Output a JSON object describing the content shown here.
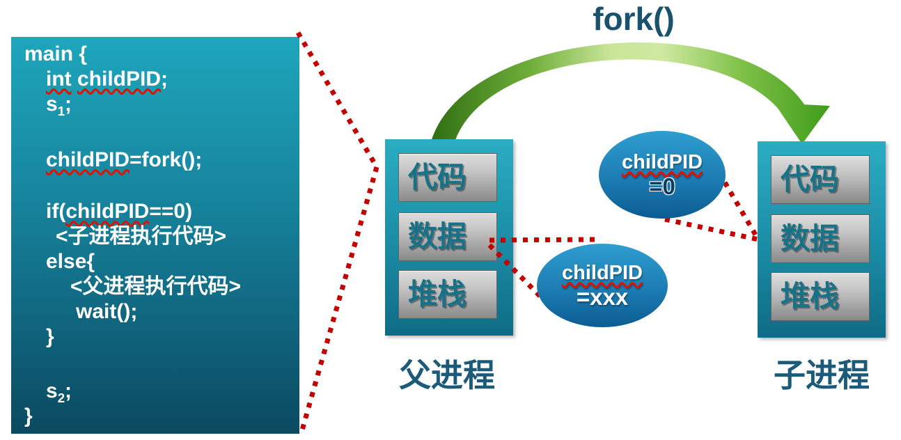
{
  "fork_label": "fork()",
  "code_panel": {
    "lines": [
      {
        "indent": 0,
        "segments": [
          {
            "t": "main {"
          }
        ]
      },
      {
        "indent": 1,
        "segments": [
          {
            "t": "int",
            "sq": true
          },
          {
            "t": " "
          },
          {
            "t": "childPID",
            "sq": true
          },
          {
            "t": ";"
          }
        ]
      },
      {
        "indent": 1,
        "segments": [
          {
            "t": "s"
          },
          {
            "t": "1",
            "sub": true
          },
          {
            "t": ";"
          }
        ]
      },
      {
        "spacer": 44
      },
      {
        "indent": 1,
        "segments": [
          {
            "t": "childPID",
            "sq": true
          },
          {
            "t": "=fork();"
          }
        ]
      },
      {
        "spacer": 38
      },
      {
        "indent": 1,
        "segments": [
          {
            "t": "if("
          },
          {
            "t": "childPID",
            "sq": true
          },
          {
            "t": "==0)"
          }
        ]
      },
      {
        "indent": 2,
        "segments": [
          {
            "t": "<子进程执行代码>"
          }
        ]
      },
      {
        "indent": 1,
        "segments": [
          {
            "t": "else{"
          }
        ]
      },
      {
        "indent": 3,
        "segments": [
          {
            "t": "<父进程执行代码>"
          }
        ]
      },
      {
        "indent": 4,
        "segments": [
          {
            "t": "wait();"
          }
        ]
      },
      {
        "indent": 1,
        "segments": [
          {
            "t": "}"
          }
        ]
      },
      {
        "spacer": 42
      },
      {
        "indent": 1,
        "segments": [
          {
            "t": "s"
          },
          {
            "t": "2",
            "sub": true
          },
          {
            "t": ";"
          }
        ]
      },
      {
        "indent": 0,
        "segments": [
          {
            "t": "}"
          }
        ]
      }
    ]
  },
  "parent_process": {
    "label": "父进程",
    "segments": [
      "代码",
      "数据",
      "堆栈"
    ]
  },
  "child_process": {
    "label": "子进程",
    "segments": [
      "代码",
      "数据",
      "堆栈"
    ]
  },
  "callouts": [
    {
      "var": "childPID",
      "value": "=0",
      "points_to": "child-data-segment"
    },
    {
      "var": "childPID",
      "value": "=xxx",
      "points_to": "parent-data-segment"
    }
  ],
  "colors": {
    "background": "#ffffff",
    "code_panel_teal_top": "#1ea6bc",
    "code_panel_teal_bottom": "#0b4a60",
    "process_box_teal_top": "#2badc4",
    "process_box_teal_bottom": "#0f6b85",
    "segment_gray_top": "#dedede",
    "segment_gray_bottom": "#8a8a8a",
    "segment_text_teal": "#177287",
    "ellipse_blue_top": "#2f9ed0",
    "ellipse_blue_bottom": "#0b5c92",
    "arrow_green_dark": "#2f6e12",
    "arrow_green_light": "#cfe9a0",
    "arrow_green_head": "#3f9c1a",
    "dotted_line_red": "#c40000",
    "squiggle_red": "#e11000",
    "title_navy": "#1a516c",
    "label_teal": "#1b5a78",
    "code_text": "#ffffff"
  }
}
